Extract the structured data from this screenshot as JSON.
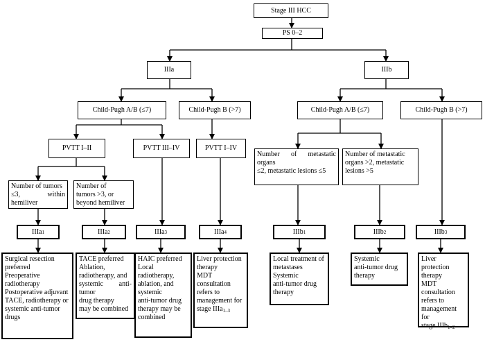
{
  "root": "Stage III HCC",
  "ps": "PS 0–2",
  "stages": {
    "a": "IIIa",
    "b": "IIIb"
  },
  "child_pugh": {
    "a_ab": "Child-Pugh A/B (≤7)",
    "a_b": "Child-Pugh B (>7)",
    "b_ab": "Child-Pugh A/B (≤7)",
    "b_b": "Child-Pugh B (>7)"
  },
  "pvtt": {
    "i_ii": "PVTT I–II",
    "iii_iv": "PVTT III–IV",
    "i_iv": "PVTT I–IV"
  },
  "criteria": {
    "tumors_within": "Number of tumors\n≤3, within hemiliver",
    "tumors_beyond": "Number of\ntumors >3, or\nbeyond hemiliver",
    "meta_le": "Number of metastatic organs\n≤2, metastatic lesions ≤5",
    "meta_gt": "Number of metastatic\norgans >2, metastatic\nlesions >5"
  },
  "substages": {
    "a1": {
      "main": "IIIa",
      "sub": "1"
    },
    "a2": {
      "main": "IIIa",
      "sub": "2"
    },
    "a3": {
      "main": "IIIa",
      "sub": "3"
    },
    "a4": {
      "main": "IIIa",
      "sub": "4"
    },
    "b1": {
      "main": "IIIb",
      "sub": "1"
    },
    "b2": {
      "main": "IIIb",
      "sub": "2"
    },
    "b3": {
      "main": "IIIb",
      "sub": "3"
    }
  },
  "treatments": {
    "a1": "Surgical resection\npreferred\nPreoperative\nradiotherapy\nPostoperative adjuvant\nTACE, radiotherapy or\nsystemic anti-tumor\ndrugs",
    "a2": "TACE preferred\nAblation,\nradiotherapy, and\nsystemic anti-tumor\ndrug therapy\nmay be combined",
    "a3": "HAIC preferred\nLocal\nradiotherapy,\nablation, and\nsystemic\nanti-tumor drug\ntherapy may be\ncombined",
    "a4_text": "Liver protection\ntherapy\nMDT consultation\nrefers to\nmanagement for\nstage ",
    "a4_sub": "IIIa",
    "a4_suffix": "1–3",
    "b1": "Local treatment of\nmetastases\nSystemic\nanti-tumor drug\ntherapy",
    "b2": "Systemic\nanti-tumor drug\ntherapy",
    "b3_text": "Liver protection\ntherapy\nMDT consultation\nrefers to\nmanagement for\nstage ",
    "b3_sub": "IIIb",
    "b3_suffix": "1–2"
  }
}
